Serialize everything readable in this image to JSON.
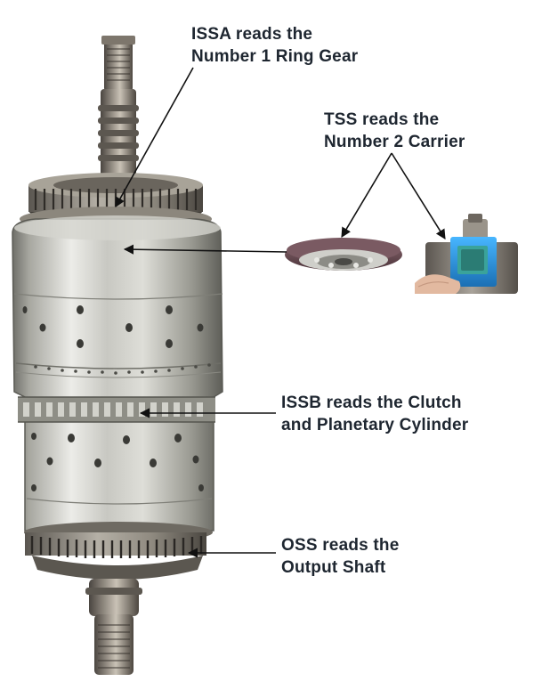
{
  "labels": {
    "issa": {
      "line1": "ISSA reads the",
      "line2": "Number 1 Ring Gear"
    },
    "tss": {
      "line1": "TSS reads the",
      "line2": "Number 2 Carrier"
    },
    "issb": {
      "line1": "ISSB reads the Clutch",
      "line2": "and Planetary Cylinder"
    },
    "oss": {
      "line1": "OSS reads the",
      "line2": "Output Shaft"
    }
  },
  "colors": {
    "text": "#1e2630",
    "leader": "#111111",
    "metal_light": "#e4e4e0",
    "metal_dark": "#7a7a74",
    "sensor_blue": "#1e8fd8",
    "sensor_teal": "#3aa39a",
    "disc_rim": "#6b4a52"
  }
}
